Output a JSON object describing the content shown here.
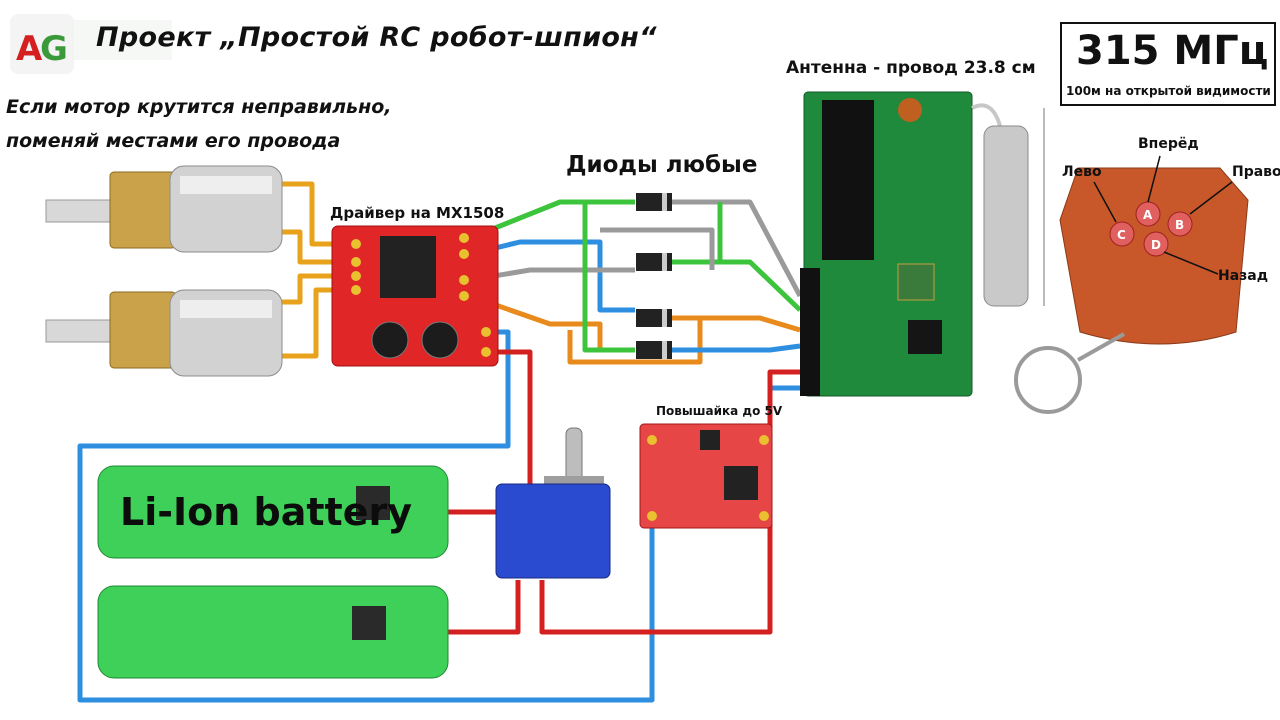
{
  "title": "Проект „Простой RC робот-шпион“",
  "motor_note": {
    "line1": "Если мотор крутится неправильно,",
    "line2": "поменяй местами его провода"
  },
  "labels": {
    "driver": "Драйвер на MX1508",
    "diodes": "Диоды любые",
    "antenna": "Антенна - провод 23.8 см",
    "boost": "Повышайка до 5V",
    "battery": "Li-Ion battery"
  },
  "frequency": {
    "value": "315 МГц",
    "range": "100м на открытой видимости"
  },
  "remote_buttons": {
    "forward": "Вперёд",
    "left": "Лево",
    "right": "Право",
    "back": "Назад"
  },
  "colors": {
    "wire_green": "#3cc43c",
    "wire_blue": "#2e8fe0",
    "wire_gray": "#9a9a9a",
    "wire_orange": "#e98a1c",
    "wire_red": "#d42020",
    "battery": "#3fd05a",
    "pcb_red": "#e02626",
    "pcb_green": "#1f8a3c"
  }
}
